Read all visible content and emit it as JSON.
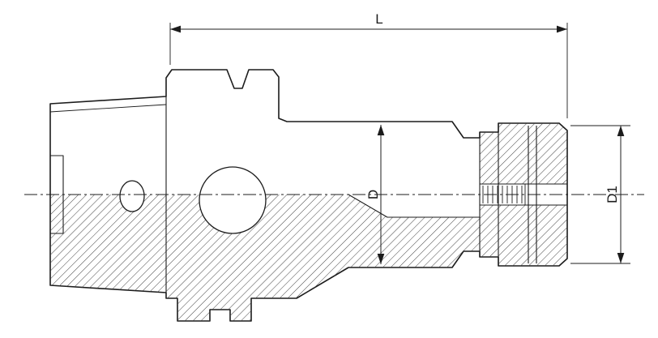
{
  "drawing": {
    "labels": {
      "length": "L",
      "diameter": "D",
      "diameter1": "D1"
    },
    "colors": {
      "background": "#ffffff",
      "line": "#1c1c1c",
      "hatch": "#444444"
    }
  }
}
